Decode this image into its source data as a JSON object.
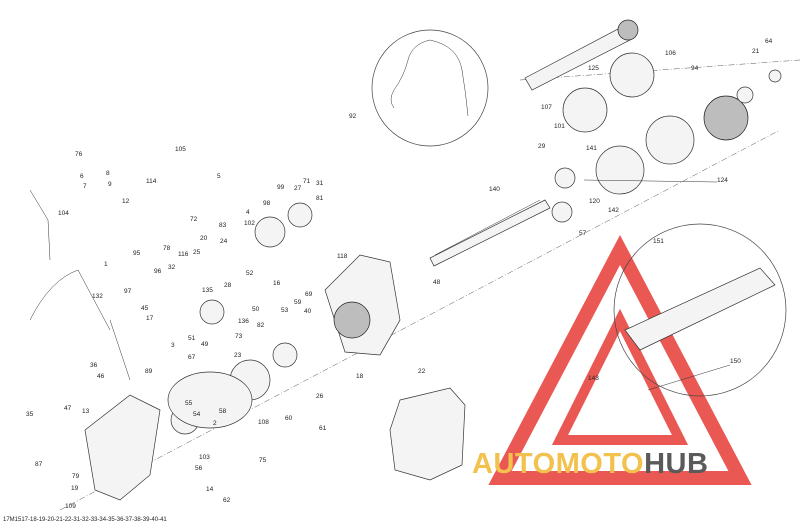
{
  "diagram": {
    "reference_code": "17M1517-18-19-20-21-22-31-32-33-34-35-36-37-38-39-40-41",
    "callouts": [
      "1",
      "2",
      "3",
      "4",
      "5",
      "6",
      "7",
      "8",
      "9",
      "12",
      "13",
      "14",
      "16",
      "17",
      "18",
      "19",
      "20",
      "21",
      "22",
      "23",
      "24",
      "25",
      "26",
      "27",
      "28",
      "29",
      "31",
      "32",
      "35",
      "36",
      "40",
      "45",
      "46",
      "47",
      "48",
      "49",
      "50",
      "51",
      "52",
      "53",
      "54",
      "55",
      "56",
      "57",
      "58",
      "59",
      "60",
      "61",
      "62",
      "64",
      "67",
      "69",
      "71",
      "72",
      "73",
      "75",
      "76",
      "78",
      "79",
      "81",
      "82",
      "83",
      "87",
      "89",
      "92",
      "94",
      "95",
      "96",
      "97",
      "98",
      "99",
      "101",
      "102",
      "103",
      "104",
      "105",
      "106",
      "107",
      "108",
      "109",
      "114",
      "116",
      "118",
      "120",
      "124",
      "125",
      "132",
      "135",
      "136",
      "140",
      "141",
      "142",
      "143",
      "150",
      "151"
    ]
  },
  "watermark": {
    "part1": "AUTO",
    "part2": "MOTO",
    "part3": "HUB",
    "colors": {
      "triangle": "#e63b36",
      "yellow": "#f2c14e",
      "gray": "#5a5a5a"
    }
  }
}
